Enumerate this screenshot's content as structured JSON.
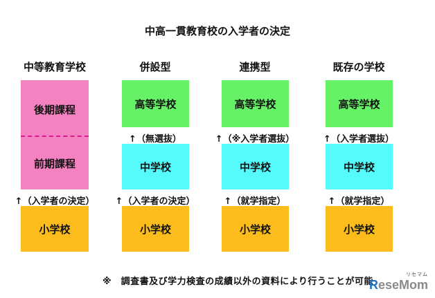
{
  "title": "中高一貫教育校の入学者の決定",
  "colors": {
    "pink": "#f482c0",
    "green": "#66f266",
    "cyan": "#55fbfb",
    "yellow": "#fbbc1c",
    "dash": "#d91b8f"
  },
  "columns": [
    {
      "heading": "中等教育学校",
      "upper": "後期課程",
      "middle": "前期課程",
      "between_note": "",
      "entry_note": "↑（入学者の決定）",
      "bottom": "小学校"
    },
    {
      "heading": "併設型",
      "upper": "高等学校",
      "middle": "中学校",
      "between_note": "↑（無選抜）",
      "entry_note": "↑（入学者の決定）",
      "bottom": "小学校"
    },
    {
      "heading": "連携型",
      "upper": "高等学校",
      "middle": "中学校",
      "between_note": "↑（※入学者選抜）",
      "entry_note": "↑（就学指定）",
      "bottom": "小学校"
    },
    {
      "heading": "既存の学校",
      "upper": "高等学校",
      "middle": "中学校",
      "between_note": "↑（入学者選抜）",
      "entry_note": "↑（就学指定）",
      "bottom": "小学校"
    }
  ],
  "footnote": "※　調査書及び学力検査の成績以外の資料により行うことが可能",
  "logo": {
    "small": "リセマム",
    "brand_r": "R",
    "brand_rest": "eseMom"
  }
}
